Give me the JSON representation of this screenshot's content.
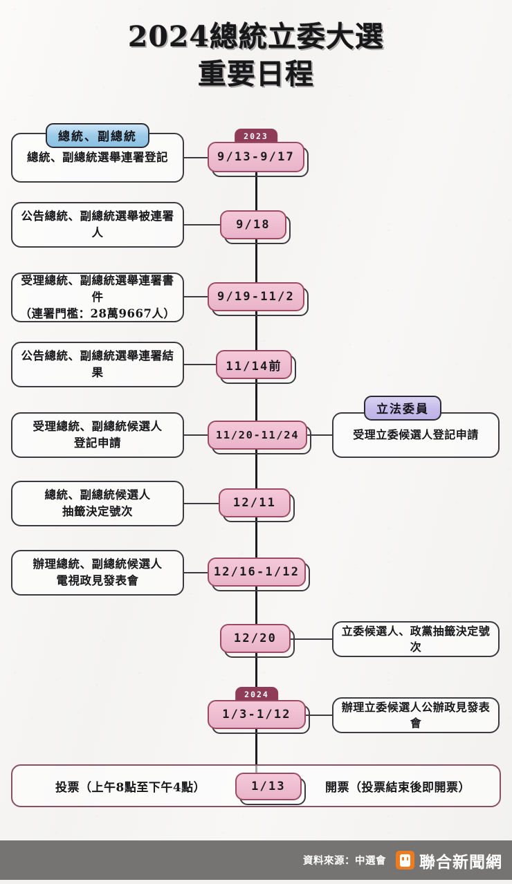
{
  "title": {
    "line1": "2024總統立委大選",
    "line2": "重要日程"
  },
  "categories": {
    "president": "總統、副總統",
    "legislator": "立法委員"
  },
  "years": {
    "y2023": "2023",
    "y2024": "2024"
  },
  "colors": {
    "pill_fill": "#eebdd0",
    "pill_border": "#9c4a63",
    "year_tab": "#8e3c58",
    "badge_blue": "#9ccbe8",
    "badge_purple": "#c6bcea",
    "footer_bar": "#757472",
    "brand_orange": "#ef7b1f",
    "vote_box_border": "#8b4f63",
    "background": "#f6f5f4"
  },
  "rows": [
    {
      "date": "9/13-9/17",
      "year_tab": "2023",
      "left": "總統、副總統選舉連署登記",
      "right": ""
    },
    {
      "date": "9/18",
      "year_tab": "",
      "left": "公告總統、副總統選舉被連署人",
      "right": ""
    },
    {
      "date": "9/19-11/2",
      "year_tab": "",
      "left": "受理總統、副總統選舉連署書件\n（連署門檻：28萬9667人）",
      "right": ""
    },
    {
      "date": "11/14前",
      "year_tab": "",
      "left": "公告總統、副總統選舉連署結果",
      "right": ""
    },
    {
      "date": "11/20-11/24",
      "year_tab": "",
      "left": "受理總統、副總統候選人\n登記申請",
      "right": "受理立委候選人登記申請"
    },
    {
      "date": "12/11",
      "year_tab": "",
      "left": "總統、副總統候選人\n抽籤決定號次",
      "right": ""
    },
    {
      "date": "12/16-1/12",
      "year_tab": "",
      "left": "辦理總統、副總統候選人\n電視政見發表會",
      "right": ""
    },
    {
      "date": "12/20",
      "year_tab": "",
      "left": "",
      "right": "立委候選人、政黨抽籤決定號次"
    },
    {
      "date": "1/3-1/12",
      "year_tab": "2024",
      "left": "",
      "right": "辦理立委候選人公辦政見發表會"
    }
  ],
  "vote_row": {
    "left": "投票（上午8點至下午4點）",
    "date": "1/13",
    "right": "開票（投票結束後即開票）"
  },
  "footer": {
    "source": "資料來源：中選會",
    "brand": "聯合新聞網"
  }
}
